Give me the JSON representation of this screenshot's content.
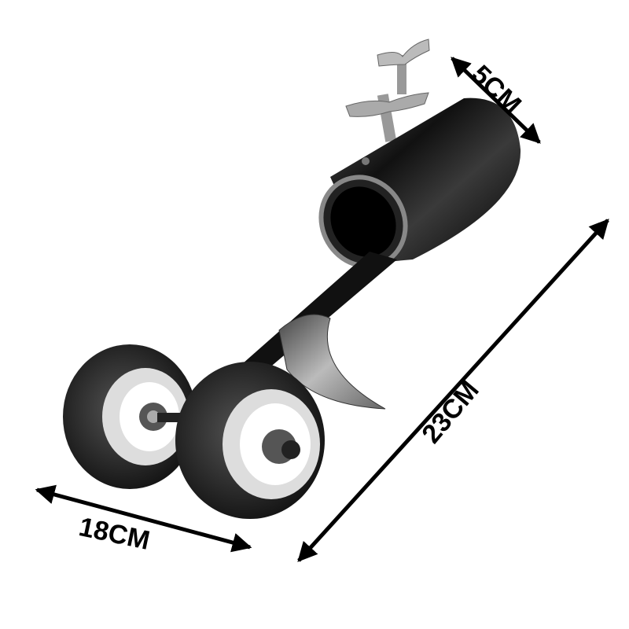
{
  "product": {
    "name_icon": "weed-trimmer-with-wheels-image"
  },
  "dimensions": {
    "tube_diameter": "5CM",
    "overall_length": "23CM",
    "wheel_width": "18CM"
  }
}
